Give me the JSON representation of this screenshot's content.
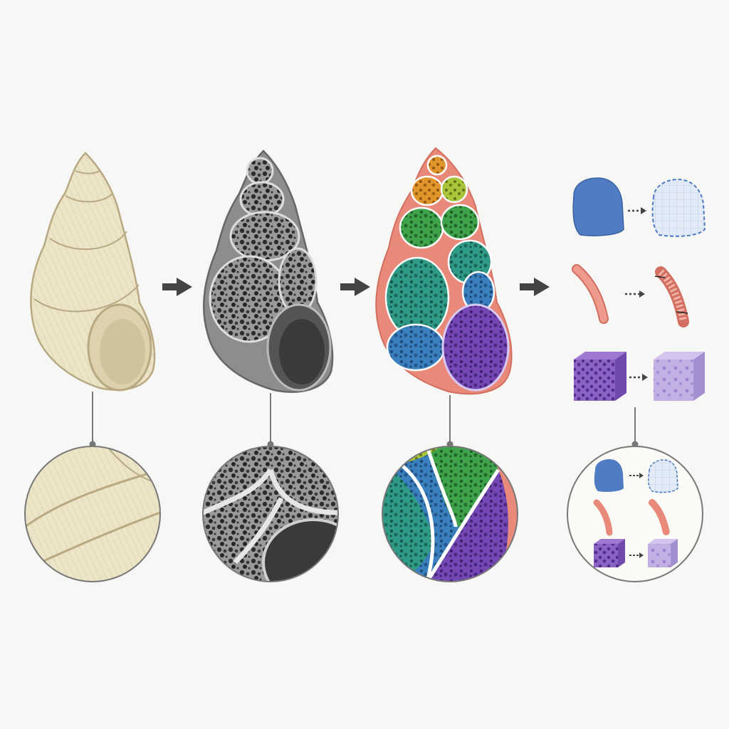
{
  "stages": [
    {
      "id": "shell",
      "name": "shell-original"
    },
    {
      "id": "scan",
      "name": "shell-ct-scan"
    },
    {
      "id": "segment",
      "name": "shell-segmented"
    },
    {
      "id": "materials",
      "name": "material-conversion"
    }
  ],
  "colors": {
    "background": "#f7f7f6",
    "shell_cream": "#ece4c6",
    "shell_outline": "#b8a982",
    "scan_gray": "#8d8d8d",
    "scan_dark": "#333333",
    "wall_salmon": "#e9897a",
    "seg_orange": "#e0962a",
    "seg_lime": "#a9c63b",
    "seg_green": "#3ea34a",
    "seg_teal": "#2f9a86",
    "seg_blue": "#3a7fbe",
    "seg_purple": "#7447b5",
    "material_blue": "#4f7cc2",
    "material_purple": "#8b63c4",
    "material_light_purple": "#b9a5df",
    "arrow": "#444444",
    "connector": "#777777"
  },
  "icons": [
    "arrow-right-icon",
    "dotted-arrow-icon",
    "magnifier-connector-icon"
  ]
}
